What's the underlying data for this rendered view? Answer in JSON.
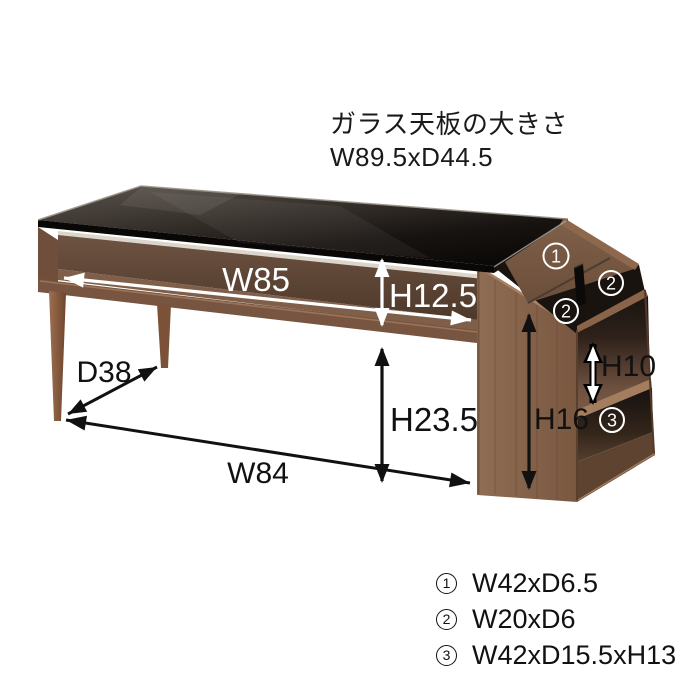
{
  "title": {
    "line1": "ガラス天板の大きさ",
    "line2": "W89.5xD44.5"
  },
  "dimensions": {
    "shelf_width": "W85",
    "shelf_height": "H12.5",
    "leg_depth": "D38",
    "under_clearance": "H23.5",
    "base_width": "W84",
    "side_height": "H16",
    "rack_opening_height": "H10"
  },
  "markers": {
    "slot1": "1",
    "slot2_right": "2",
    "slot2_left": "2",
    "slot3": "3"
  },
  "legend": {
    "items": [
      {
        "num": "1",
        "text": "W42xD6.5"
      },
      {
        "num": "2",
        "text": "W20xD6"
      },
      {
        "num": "3",
        "text": "W42xD15.5xH13"
      }
    ]
  },
  "colors": {
    "wood_mid": "#8a6750",
    "wood_dark": "#5e4433",
    "glass_dark": "#0b0908",
    "arrow_black": "#111111",
    "arrow_white": "#ffffff",
    "background": "#ffffff"
  }
}
